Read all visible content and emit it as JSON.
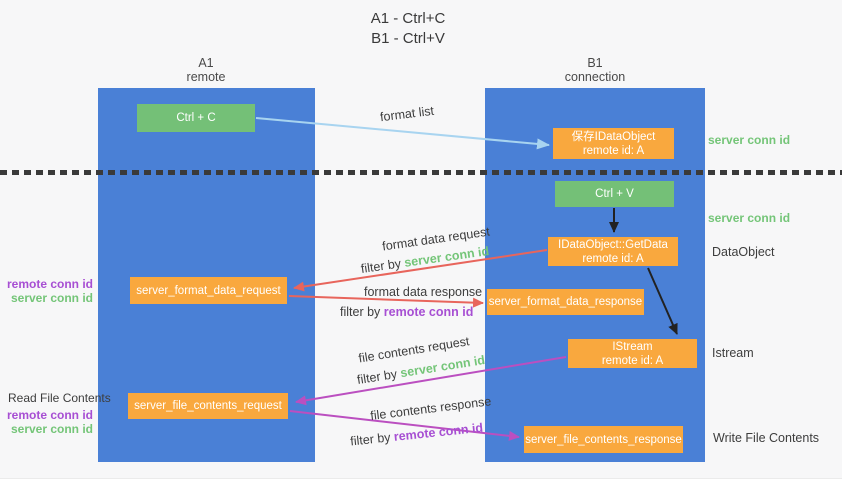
{
  "title": {
    "line1": "A1 - Ctrl+C",
    "line2": "B1 - Ctrl+V"
  },
  "lanes": {
    "a1": {
      "name": "A1",
      "subtitle": "remote"
    },
    "b1": {
      "name": "B1",
      "subtitle": "connection"
    }
  },
  "nodes": {
    "ctrl_c": {
      "label": "Ctrl + C"
    },
    "save_idataobject": {
      "label": "保存IDataObject",
      "sublabel": "remote id: A"
    },
    "ctrl_v": {
      "label": "Ctrl + V"
    },
    "getdata": {
      "label": "IDataObject::GetData",
      "sublabel": "remote id: A"
    },
    "format_request": {
      "label": "server_format_data_request"
    },
    "format_response": {
      "label": "server_format_data_response"
    },
    "istream": {
      "label": "IStream",
      "sublabel": "remote id: A"
    },
    "file_request": {
      "label": "server_file_contents_request"
    },
    "file_response": {
      "label": "server_file_contents_response"
    }
  },
  "edges": {
    "format_list": {
      "label": "format list"
    },
    "format_data_request": {
      "label": "format data request",
      "filter_prefix": "filter by",
      "filter_key": "server conn id"
    },
    "format_data_response": {
      "label": "format data response",
      "filter_prefix": "filter by",
      "filter_key": "remote conn id"
    },
    "file_contents_request": {
      "label": "file contents request",
      "filter_prefix": "filter by",
      "filter_key": "server conn id"
    },
    "file_contents_response": {
      "label": "file contents response",
      "filter_prefix": "filter by",
      "filter_key": "remote conn id"
    }
  },
  "annotations": {
    "left_format": {
      "remote": "remote conn id",
      "server": "server conn id"
    },
    "left_file": {
      "title": "Read File Contents",
      "remote": "remote conn id",
      "server": "server conn id"
    },
    "right_save": {
      "server": "server conn id"
    },
    "right_getdata": {
      "server": "server conn id",
      "object": "DataObject"
    },
    "right_istream": {
      "object": "Istream"
    },
    "right_file": {
      "title": "Write File Contents"
    }
  },
  "colors": {
    "lane_blue": "#4a80d6",
    "box_green": "#74c077",
    "box_orange": "#f9a83e",
    "arrow_blue": "#a8d4f0",
    "arrow_red": "#e8655c",
    "arrow_magenta": "#bb4fc0",
    "arrow_black": "#222222",
    "label_green": "#74c578",
    "label_purple": "#a74fd3",
    "background": "#f7f7f8"
  }
}
